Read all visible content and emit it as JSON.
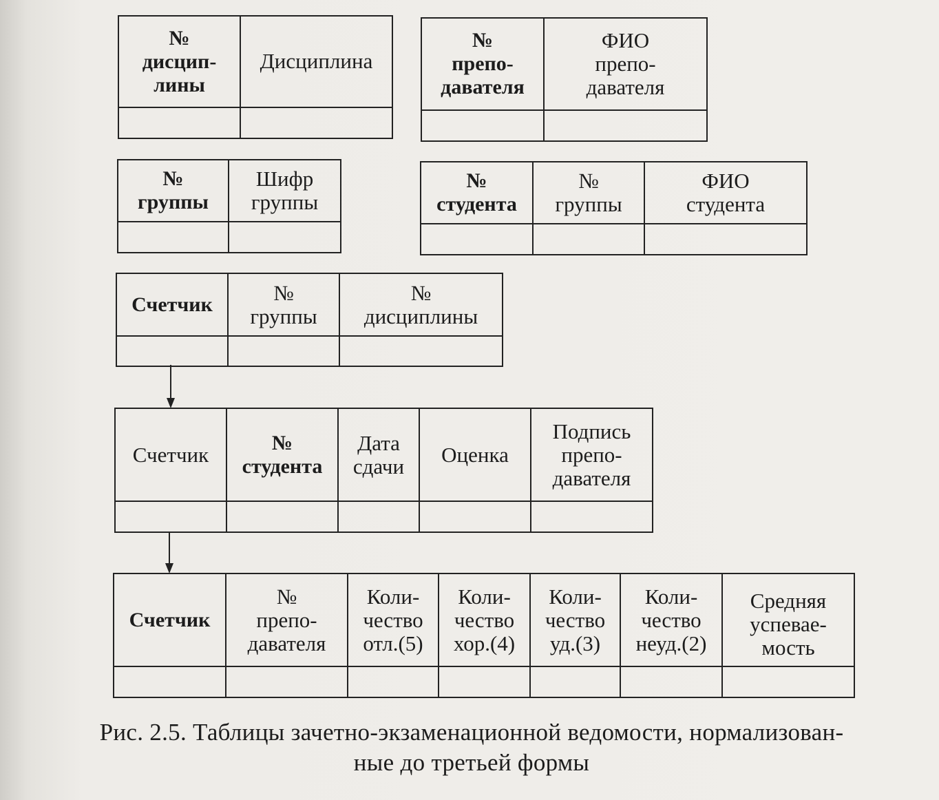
{
  "tables": {
    "disciplines": {
      "headers": [
        "№\nдисцип-\nлины",
        "Дисциплина"
      ]
    },
    "teachers": {
      "headers": [
        "№\nпрепо-\nдавателя",
        "ФИО\nпрепо-\nдавателя"
      ]
    },
    "groups": {
      "headers": [
        "№\nгруппы",
        "Шифр\nгруппы"
      ]
    },
    "students": {
      "headers": [
        "№\nстудента",
        "№\nгруппы",
        "ФИО\nстудента"
      ]
    },
    "counter": {
      "headers": [
        "Счетчик",
        "№\nгруппы",
        "№\nдисциплины"
      ]
    },
    "grades": {
      "headers": [
        "Счетчик",
        "№\nстудента",
        "Дата\nсдачи",
        "Оценка",
        "Подпись\nпрепо-\nдавателя"
      ]
    },
    "summary": {
      "headers": [
        "Счетчик",
        "№\nпрепо-\nдавателя",
        "Коли-\nчество\nотл.(5)",
        "Коли-\nчество\nхор.(4)",
        "Коли-\nчество\nуд.(3)",
        "Коли-\nчество\nнеуд.(2)",
        "Средняя\nуспевае-\nмость"
      ]
    }
  },
  "caption": "Рис. 2.5. Таблицы зачетно-экзаменационной ведомости, нормализован-\nные до третьей формы"
}
